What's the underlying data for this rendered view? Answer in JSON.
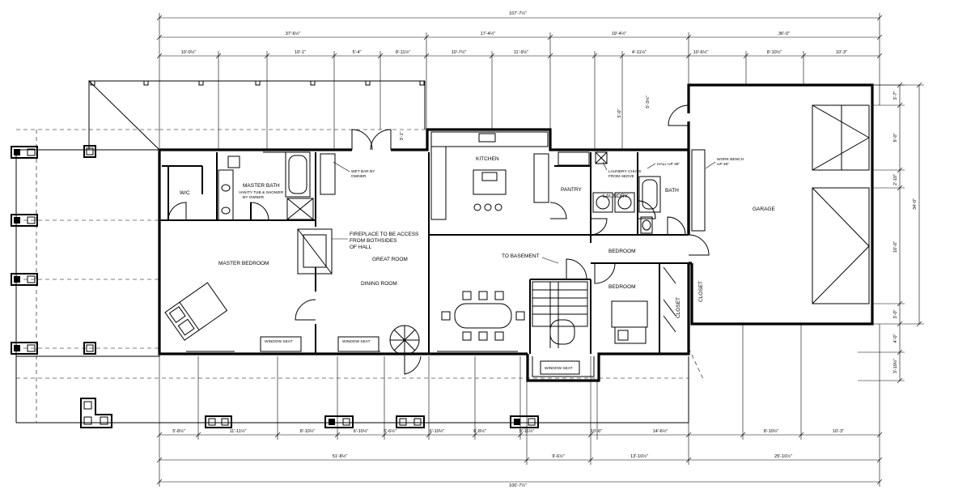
{
  "dimensions": {
    "overall_top": "107'-7½\"",
    "top_row1": [
      "37'-6½\"",
      "17'-4½\"",
      "19'-4½\"",
      "36'-0\""
    ],
    "top_row2": [
      "10'-0½\"",
      "10'-1\"",
      "5'-4\"",
      "8'-11½\"",
      "10'-7½\"",
      "11'-9½\"",
      "4'-11½\"",
      "10'-6½\"",
      "8'-10½\"",
      "10'-3\""
    ],
    "bottom_row1": [
      "5'-8½\"",
      "11'-11½\"",
      "8'-10½\"",
      "6'-10½\"",
      "6'-6½\"",
      "6'-10½\"",
      "6'-8½\"",
      "9'-11½\"",
      "10'-6\"",
      "14'-6½\"",
      "8'-10½\"",
      "10'-3\""
    ],
    "bottom_row2": [
      "51'-8½\"",
      "9'-6½\"",
      "13'-10½\"",
      "25'-10½\""
    ],
    "overall_bottom": "100'-7½\"",
    "right_side": [
      "3'-7\"",
      "9'-0\"",
      "2'-10\"",
      "16'-0\"",
      "3'-0\"",
      "4'-0\"",
      "3'-10½\""
    ],
    "right_total": "34'-0\"",
    "small": [
      "5'-3½\"",
      "3'-1\"",
      "5'-0\""
    ]
  },
  "rooms": {
    "wic": "W/C",
    "master_bath": "MASTER BATH",
    "vanity_note": [
      "VANITY TUB & SHOWER",
      "BY OWNER"
    ],
    "wet_bar": [
      "WET BAR BY",
      "OWNER"
    ],
    "kitchen": "KITCHEN",
    "pantry": "PANTRY",
    "laundry_chute": [
      "LAUNDRY CHUTE",
      "FROM ABOVE"
    ],
    "laundry": "LAUNDRY",
    "hall_up": "HALL UP 36\"",
    "bath": "BATH",
    "work_bench": [
      "WORK BENCH",
      "UP 36\""
    ],
    "garage": "GARAGE",
    "fireplace_note": [
      "FIREPLACE TO BE ACCESS",
      "FROM BOTHSIDES",
      "OF HALL"
    ],
    "master_bedroom": "MASTER BEDROOM",
    "great_room": "GREAT ROOM",
    "dining_room": "DINING ROOM",
    "to_basement": "TO BASEMENT",
    "bedroom_1": "BEDROOM",
    "bedroom_2": "BEDROOM",
    "closet_1": "CLOSET",
    "closet_2": "CLOSET",
    "window_seat_1": "WINDOW SEAT",
    "window_seat_2": "WINDOW SEAT",
    "window_seat_3": "WINDOW SEAT"
  }
}
